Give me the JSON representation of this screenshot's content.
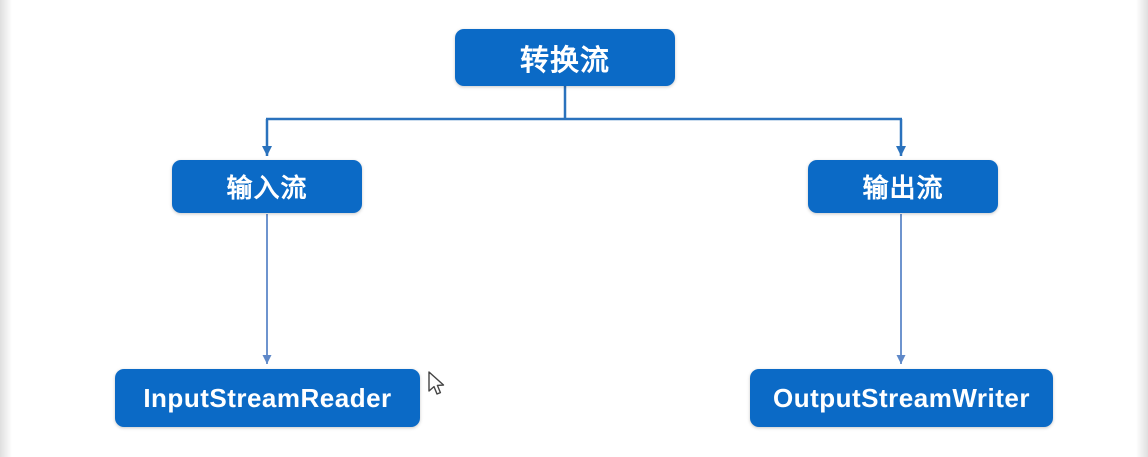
{
  "diagram": {
    "nodes": {
      "root": {
        "label": "转换流"
      },
      "left_child": {
        "label": "输入流"
      },
      "right_child": {
        "label": "输出流"
      },
      "left_leaf": {
        "label": "InputStreamReader"
      },
      "right_leaf": {
        "label": "OutputStreamWriter"
      }
    },
    "edges": [
      {
        "from": "转换流",
        "to": "输入流"
      },
      {
        "from": "转换流",
        "to": "输出流"
      },
      {
        "from": "输入流",
        "to": "InputStreamReader"
      },
      {
        "from": "输出流",
        "to": "OutputStreamWriter"
      }
    ]
  },
  "colors": {
    "node-bg": "#0b6ac6",
    "node-text": "#ffffff",
    "connector": "#2a72bd",
    "connector-thin": "#5e88c8",
    "canvas-bg": "#ffffff"
  }
}
